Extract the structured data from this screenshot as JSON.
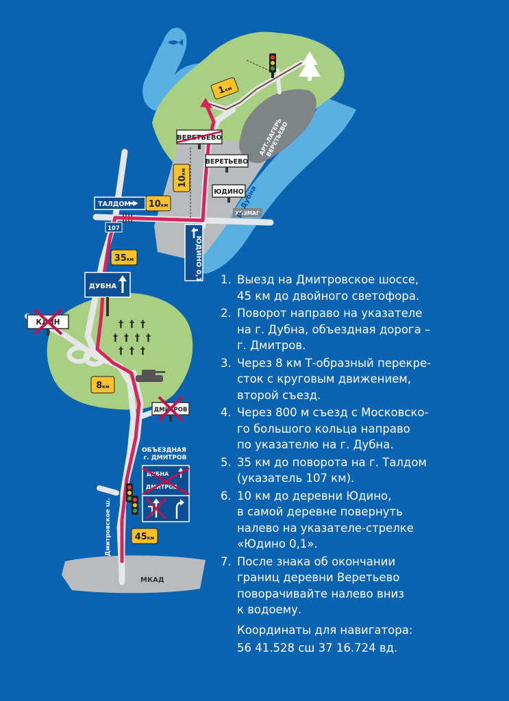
{
  "map": {
    "signs": {
      "veretevo_crossed": "ВЕРЕТЬЕВО",
      "veretevo": "ВЕРЕТЬЕВО",
      "yudino": "ЮДИНО",
      "khozmag": "ХОЗМАГ",
      "taldom": "ТАЛДОМ",
      "yudino_arrow": "ЮДИНО 0,1",
      "road_107": "107",
      "dubna": "ДУБНА",
      "klin": "КЛИН",
      "dmitrov": "ДМИТРОВ",
      "bypass_line1": "ОБЪЕЗДНАЯ",
      "bypass_line2": "г. ДМИТРОВ",
      "panel_dubna": "ДУБНА",
      "panel_dmitrov": "ДМИТРОВ",
      "mkad": "МКАД",
      "camp_line1": "АРТ-ЛАГЕРЬ",
      "camp_line2": "ВЕРЕТЬЕВО",
      "river": "р. Дубна",
      "highway": "Дмитровское ш."
    },
    "distances": {
      "d1": "1",
      "d10a": "10",
      "d10b": "10",
      "d35": "35",
      "d8": "8",
      "d45": "45",
      "unit": "км"
    },
    "colors": {
      "water": "#5ab0e2",
      "land": "#a9cf82",
      "city": "#b9bcbf",
      "route": "#d6245c",
      "sign_blue": "#0a4f94",
      "distance_badge": "#f9c22a",
      "cross": "#c0134c"
    }
  },
  "directions": {
    "steps": [
      {
        "num": "1.",
        "lines": [
          "Выезд на Дмитровское шоссе,",
          "45 км до двойного светофора."
        ]
      },
      {
        "num": "2.",
        "lines": [
          "Поворот направо на указателе",
          "на г. Дубна, объездная дорога –",
          "г. Дмитров."
        ]
      },
      {
        "num": "3.",
        "lines": [
          "Через 8 км Т-образный перекре-",
          "сток с круговым движением,",
          "второй съезд."
        ]
      },
      {
        "num": "4.",
        "lines": [
          "Через 800 м съезд с Московско-",
          "го большого кольца направо",
          "по указателю на г. Дубна."
        ]
      },
      {
        "num": "5.",
        "lines": [
          "35 км до поворота на г. Талдом",
          "(указатель 107 км)."
        ]
      },
      {
        "num": "6.",
        "lines": [
          "10 км до деревни Юдино,",
          "в самой деревне повернуть",
          "налево на указателе-стрелке",
          "«Юдино 0,1»."
        ]
      },
      {
        "num": "7.",
        "lines": [
          "После знака об окончании",
          "границ деревни  Веретьево",
          "поворачивайте налево вниз",
          "к водоему."
        ]
      }
    ],
    "coords_label": "Координаты для навигатора:",
    "coords_value": "56 41.528 сш 37 16.724 вд."
  }
}
